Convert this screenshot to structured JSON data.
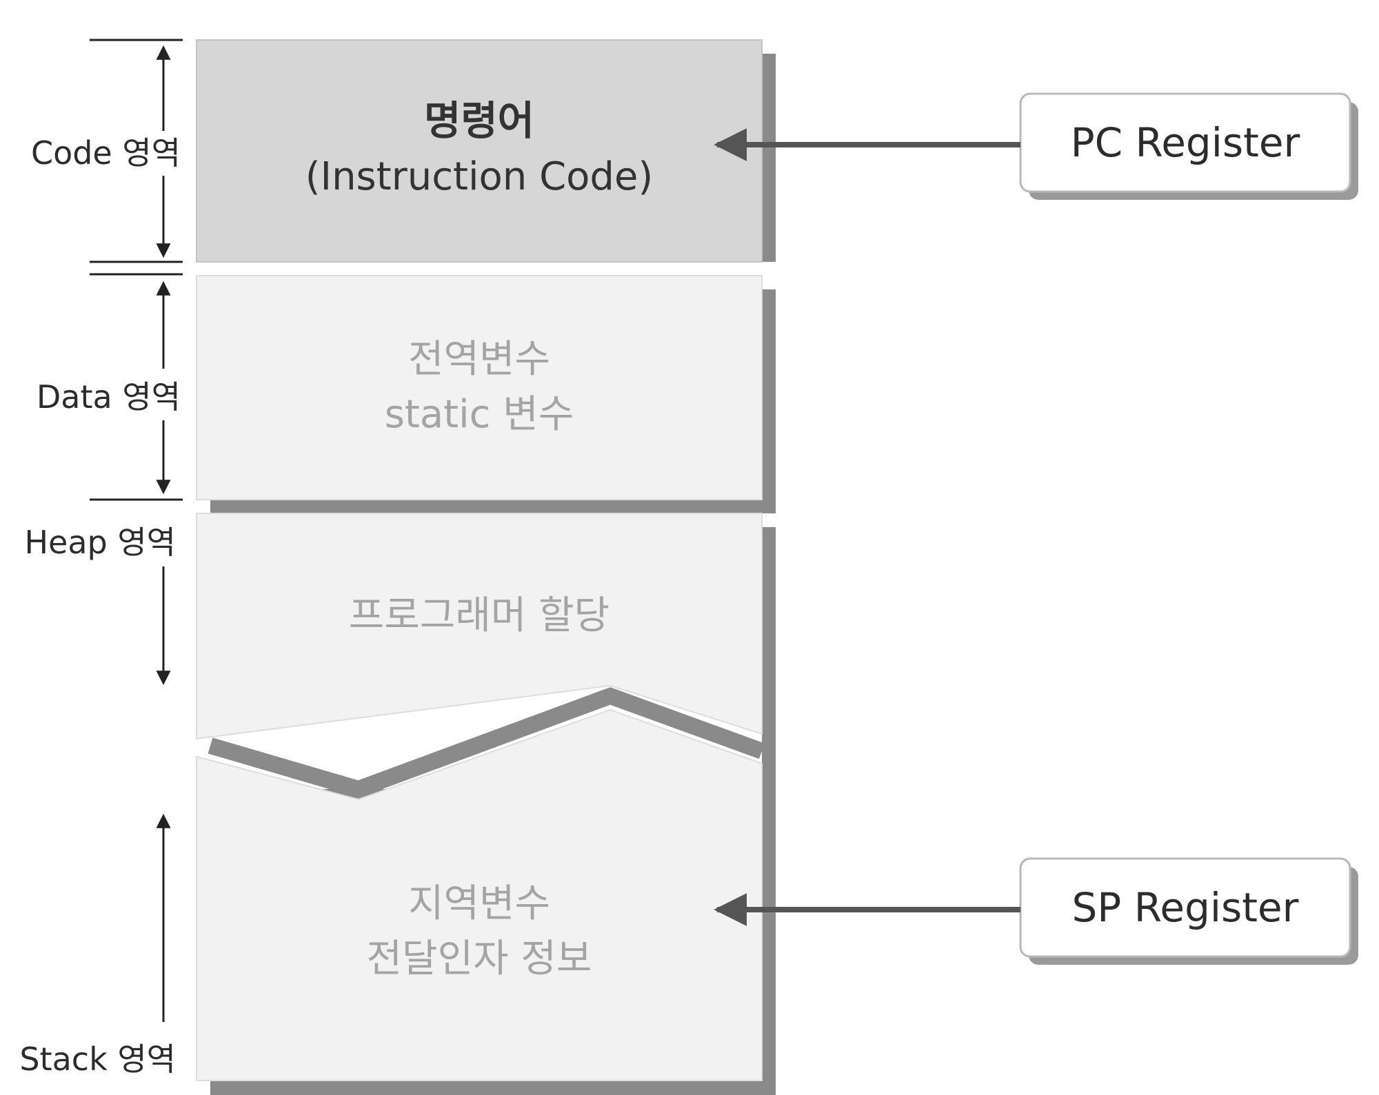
{
  "segments": {
    "code": {
      "line1": "명령어",
      "line2": "(Instruction Code)"
    },
    "data": {
      "line1": "전역변수",
      "line2": "static 변수"
    },
    "heap": {
      "line1": "프로그래머 할당"
    },
    "stack": {
      "line1": "지역변수",
      "line2": "전달인자 정보"
    }
  },
  "region_labels": {
    "code": "Code 영역",
    "data": "Data 영역",
    "heap": "Heap 영역",
    "stack": "Stack 영역"
  },
  "registers": {
    "pc": "PC Register",
    "sp": "SP Register"
  },
  "colors": {
    "code_fill": "#d6d6d6",
    "segment_fill": "#f2f2f2",
    "shadow": "#8a8a8a",
    "arrow": "#555555",
    "line": "#222222"
  }
}
